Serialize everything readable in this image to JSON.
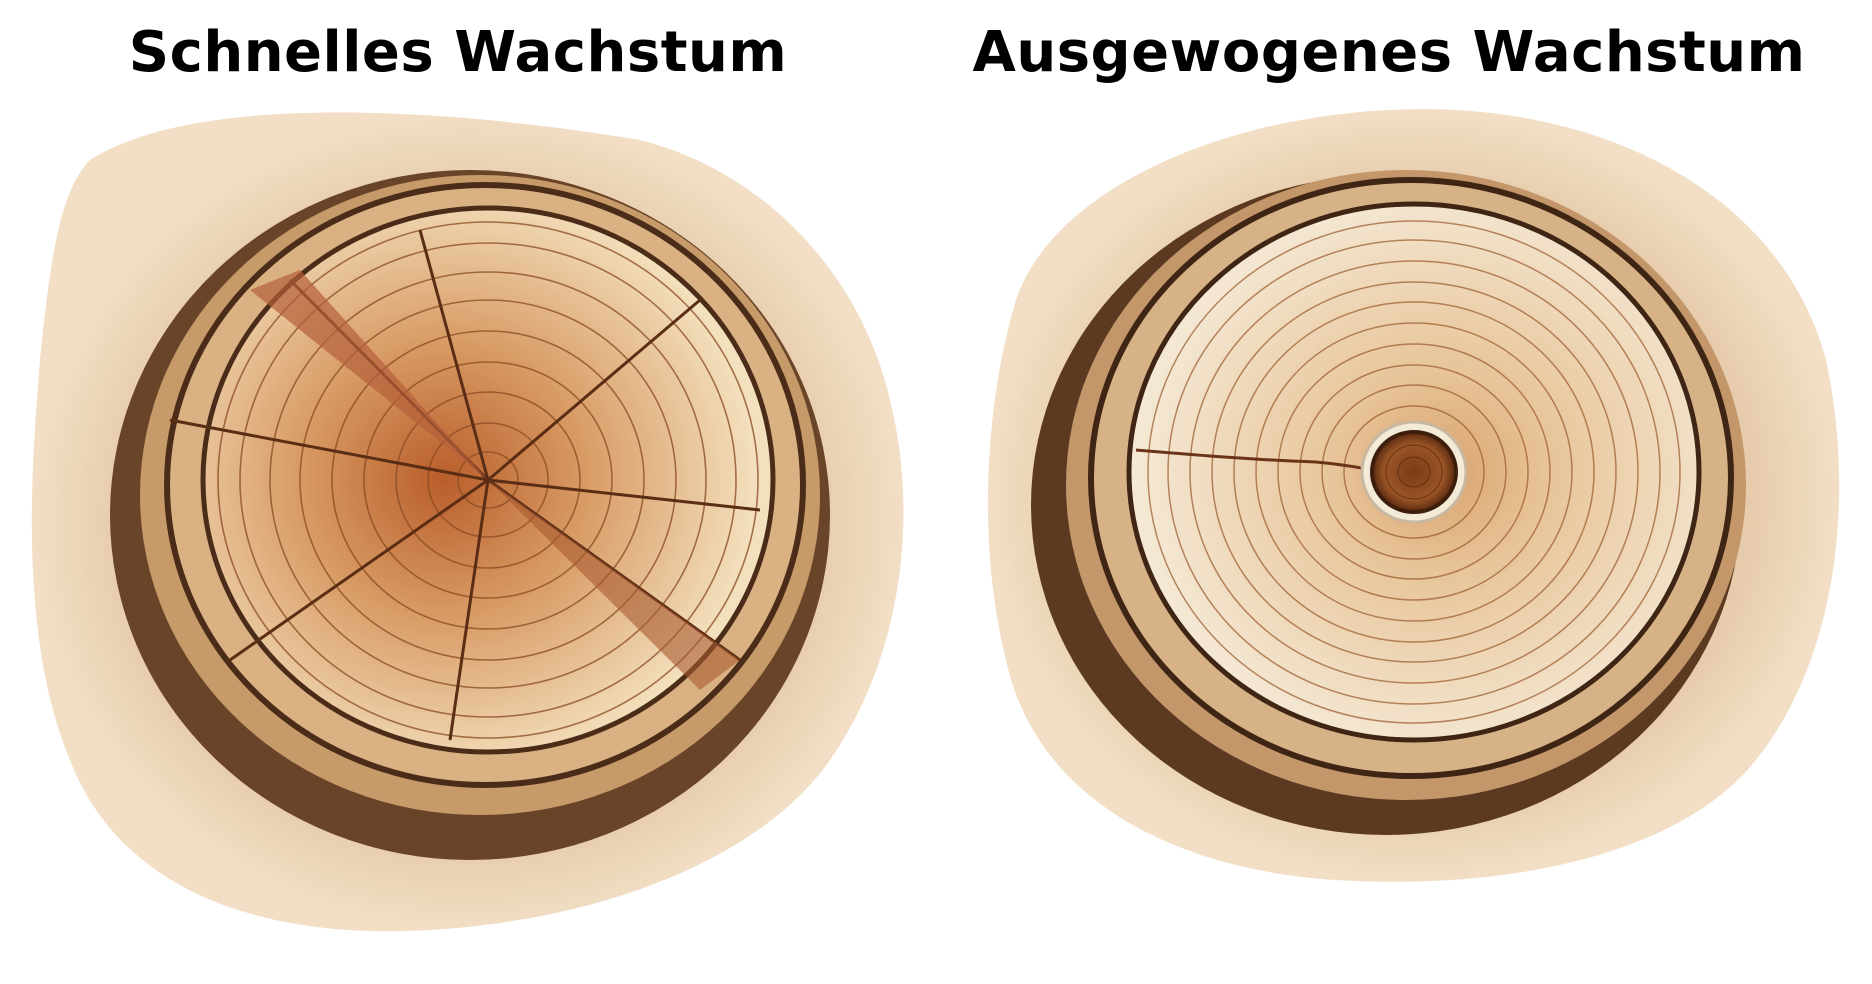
{
  "panels": [
    {
      "title": "Schnelles Wachstum",
      "illustration": "wide-ring-tree-stump-with-radial-cracks"
    },
    {
      "title": "Ausgewogenes Wachstum",
      "illustration": "even-ring-tree-stump-with-dark-pith"
    }
  ],
  "colors": {
    "background": "#ffffff",
    "title": "#000000",
    "wash": "#dcb98f",
    "bark_dark": "#5c3a22",
    "sapwood_light": "#f1ddb8",
    "heartwood_rust": "#b8642e",
    "ring_line": "#8a4a22"
  }
}
